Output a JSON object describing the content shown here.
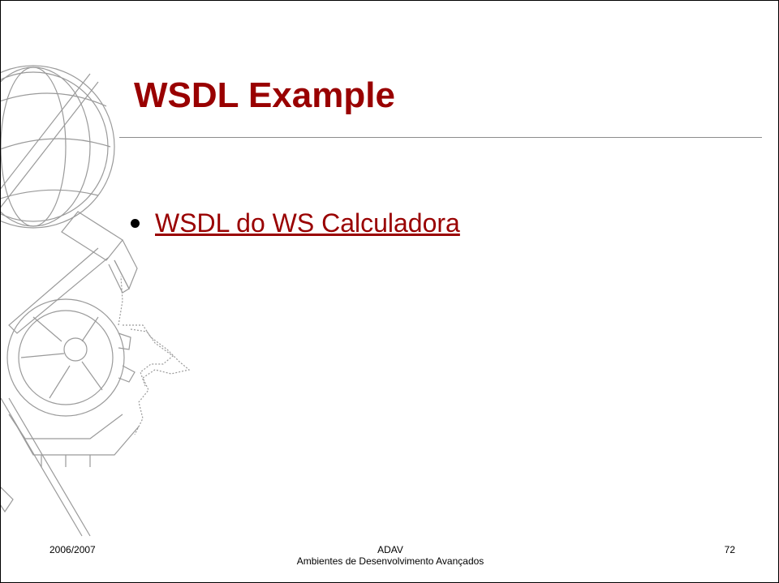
{
  "slide": {
    "title": "WSDL Example",
    "bullets": [
      {
        "text": "WSDL do WS Calculadora",
        "is_link": true
      }
    ]
  },
  "footer": {
    "left": "2006/2007",
    "center_line1": "ADAV",
    "center_line2": "Ambientes de Desenvolvimento Avançados",
    "page_number": "72"
  },
  "colors": {
    "title": "#990000",
    "link": "#990000",
    "rule": "#8c8c8c"
  },
  "icons": [
    "university-emblem-watermark"
  ]
}
